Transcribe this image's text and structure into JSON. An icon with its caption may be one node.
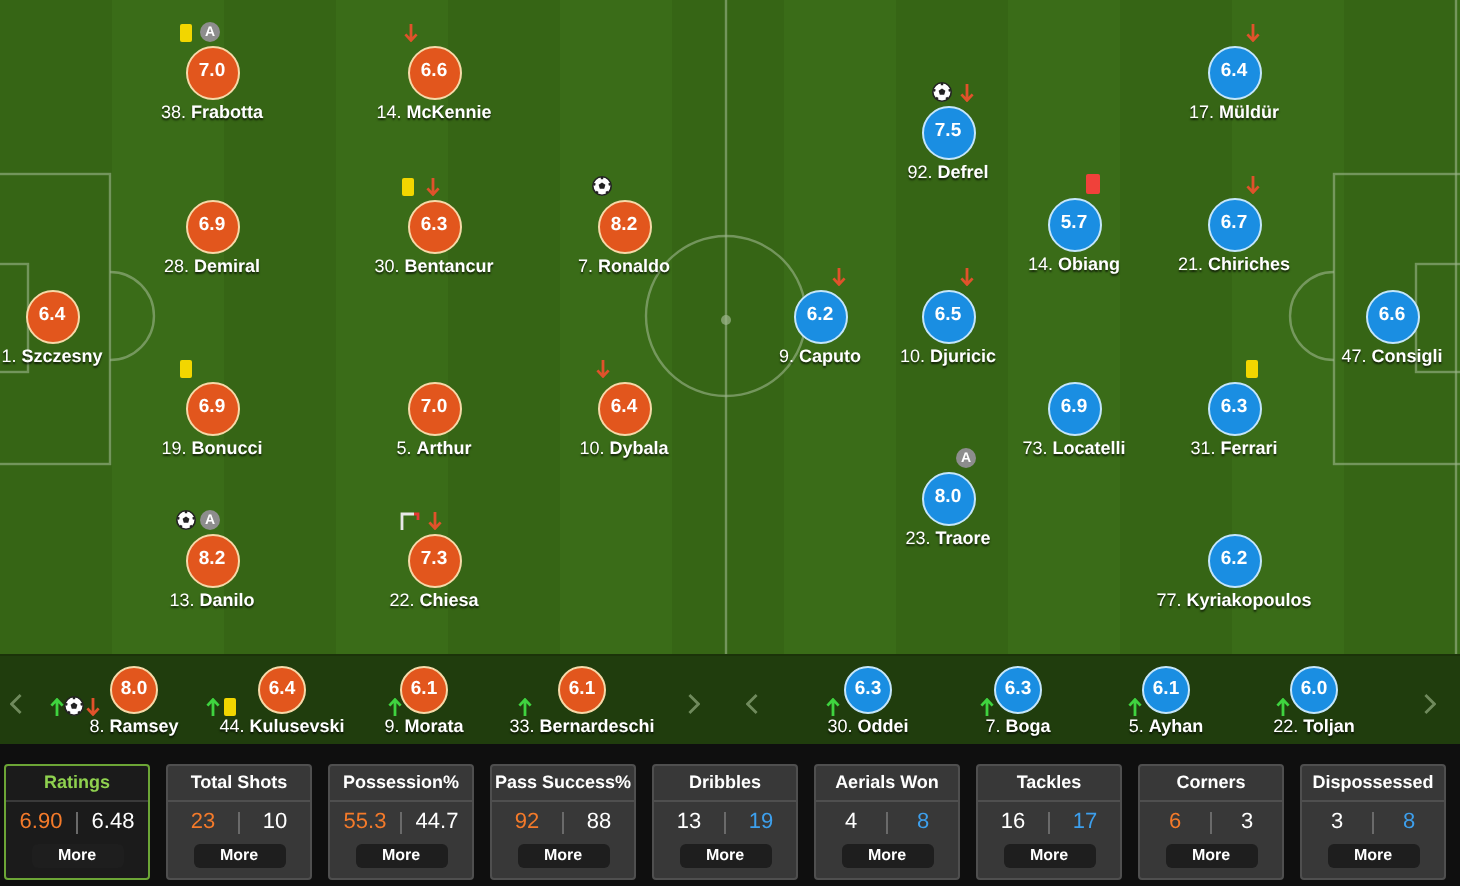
{
  "diagram": {
    "nodes": [
      {
        "text": [
          "6.4"
        ],
        "beside": [
          "1. **Szczesny**"
        ]
      },
      {
        "text": [
          "7.0"
        ],
        "beside": [
          "38. **Frabotta**",
          "A"
        ]
      },
      {
        "text": [
          "6.9"
        ],
        "beside": [
          "28. **Demiral**"
        ]
      },
      {
        "text": [
          "6.9"
        ],
        "beside": [
          "19. **Bonucci**"
        ]
      },
      {
        "text": [
          "8.2"
        ],
        "beside": [
          "13. **Danilo**",
          "A"
        ]
      },
      {
        "text": [
          "6.6"
        ],
        "beside": [
          "14. **McKennie**"
        ]
      },
      {
        "text": [
          "6.3"
        ],
        "beside": [
          "30. **Bentancur**"
        ]
      },
      {
        "text": [
          "7.0"
        ],
        "beside": [
          "5. **Arthur**"
        ]
      },
      {
        "text": [
          "7.3"
        ],
        "beside": [
          "22. **Chiesa**"
        ]
      },
      {
        "text": [
          "8.2"
        ],
        "beside": [
          "7. **Ronaldo**"
        ]
      },
      {
        "text": [
          "6.4"
        ],
        "beside": [
          "10. **Dybala**"
        ]
      },
      {
        "text": [
          "6.2"
        ],
        "beside": [
          "9. **Caputo**"
        ]
      },
      {
        "text": [
          "6.5"
        ],
        "beside": [
          "10. **Djuricic**"
        ]
      },
      {
        "text": [
          "7.5"
        ],
        "beside": [
          "92. **Defrel**"
        ]
      },
      {
        "text": [
          "8.0"
        ],
        "beside": [
          "23. **Traore**",
          "A"
        ]
      },
      {
        "text": [
          "5.7"
        ],
        "beside": [
          "14. **Obiang**"
        ]
      },
      {
        "text": [
          "6.9"
        ],
        "beside": [
          "73. **Locatelli**"
        ]
      },
      {
        "text": [
          "6.4"
        ],
        "beside": [
          "17. **Müldür**"
        ]
      },
      {
        "text": [
          "6.7"
        ],
        "beside": [
          "21. **Chiriches**"
        ]
      },
      {
        "text": [
          "6.3"
        ],
        "beside": [
          "31. **Ferrari**"
        ]
      },
      {
        "text": [
          "6.2"
        ],
        "beside": [
          "77. **Kyriakopoulos**"
        ]
      },
      {
        "text": [
          "6.6"
        ],
        "beside": [
          "47. **Consigli**"
        ]
      },
      {
        "text": [
          "8.0"
        ],
        "beside": [
          "8. **Ramsey**"
        ]
      },
      {
        "text": [
          "6.4"
        ],
        "beside": [
          "44. **Kulusevski**"
        ]
      },
      {
        "text": [
          "6.1"
        ],
        "beside": [
          "9. **Morata**"
        ]
      },
      {
        "text": [
          "6.1"
        ],
        "beside": [
          "33. **Bernardeschi**"
        ]
      },
      {
        "text": [
          "6.3"
        ],
        "beside": [
          "30. **Oddei**"
        ]
      },
      {
        "text": [
          "6.3"
        ],
        "beside": [
          "7. **Boga**"
        ]
      },
      {
        "text": [
          "6.1"
        ],
        "beside": [
          "5. **Ayhan**"
        ]
      },
      {
        "text": [
          "6.0"
        ],
        "beside": [
          "22. **Toljan**"
        ]
      },
      {
        "text": [
          "Ratings",
          "6.90",
          "6.48",
          "More"
        ]
      },
      {
        "text": [
          "Total Shots",
          "23",
          "10",
          "More"
        ]
      },
      {
        "text": [
          "Possession%",
          "55.3",
          "44.7",
          "More"
        ]
      },
      {
        "text": [
          "Pass Success%",
          "92",
          "88",
          "More"
        ]
      },
      {
        "text": [
          "Dribbles",
          "13",
          "19",
          "More"
        ]
      },
      {
        "text": [
          "Aerials Won",
          "4",
          "8",
          "More"
        ]
      },
      {
        "text": [
          "Tackles",
          "16",
          "17",
          "More"
        ]
      },
      {
        "text": [
          "Corners",
          "6",
          "3",
          "More"
        ]
      },
      {
        "text": [
          "Dispossessed",
          "3",
          "8",
          "More"
        ]
      }
    ]
  }
}
